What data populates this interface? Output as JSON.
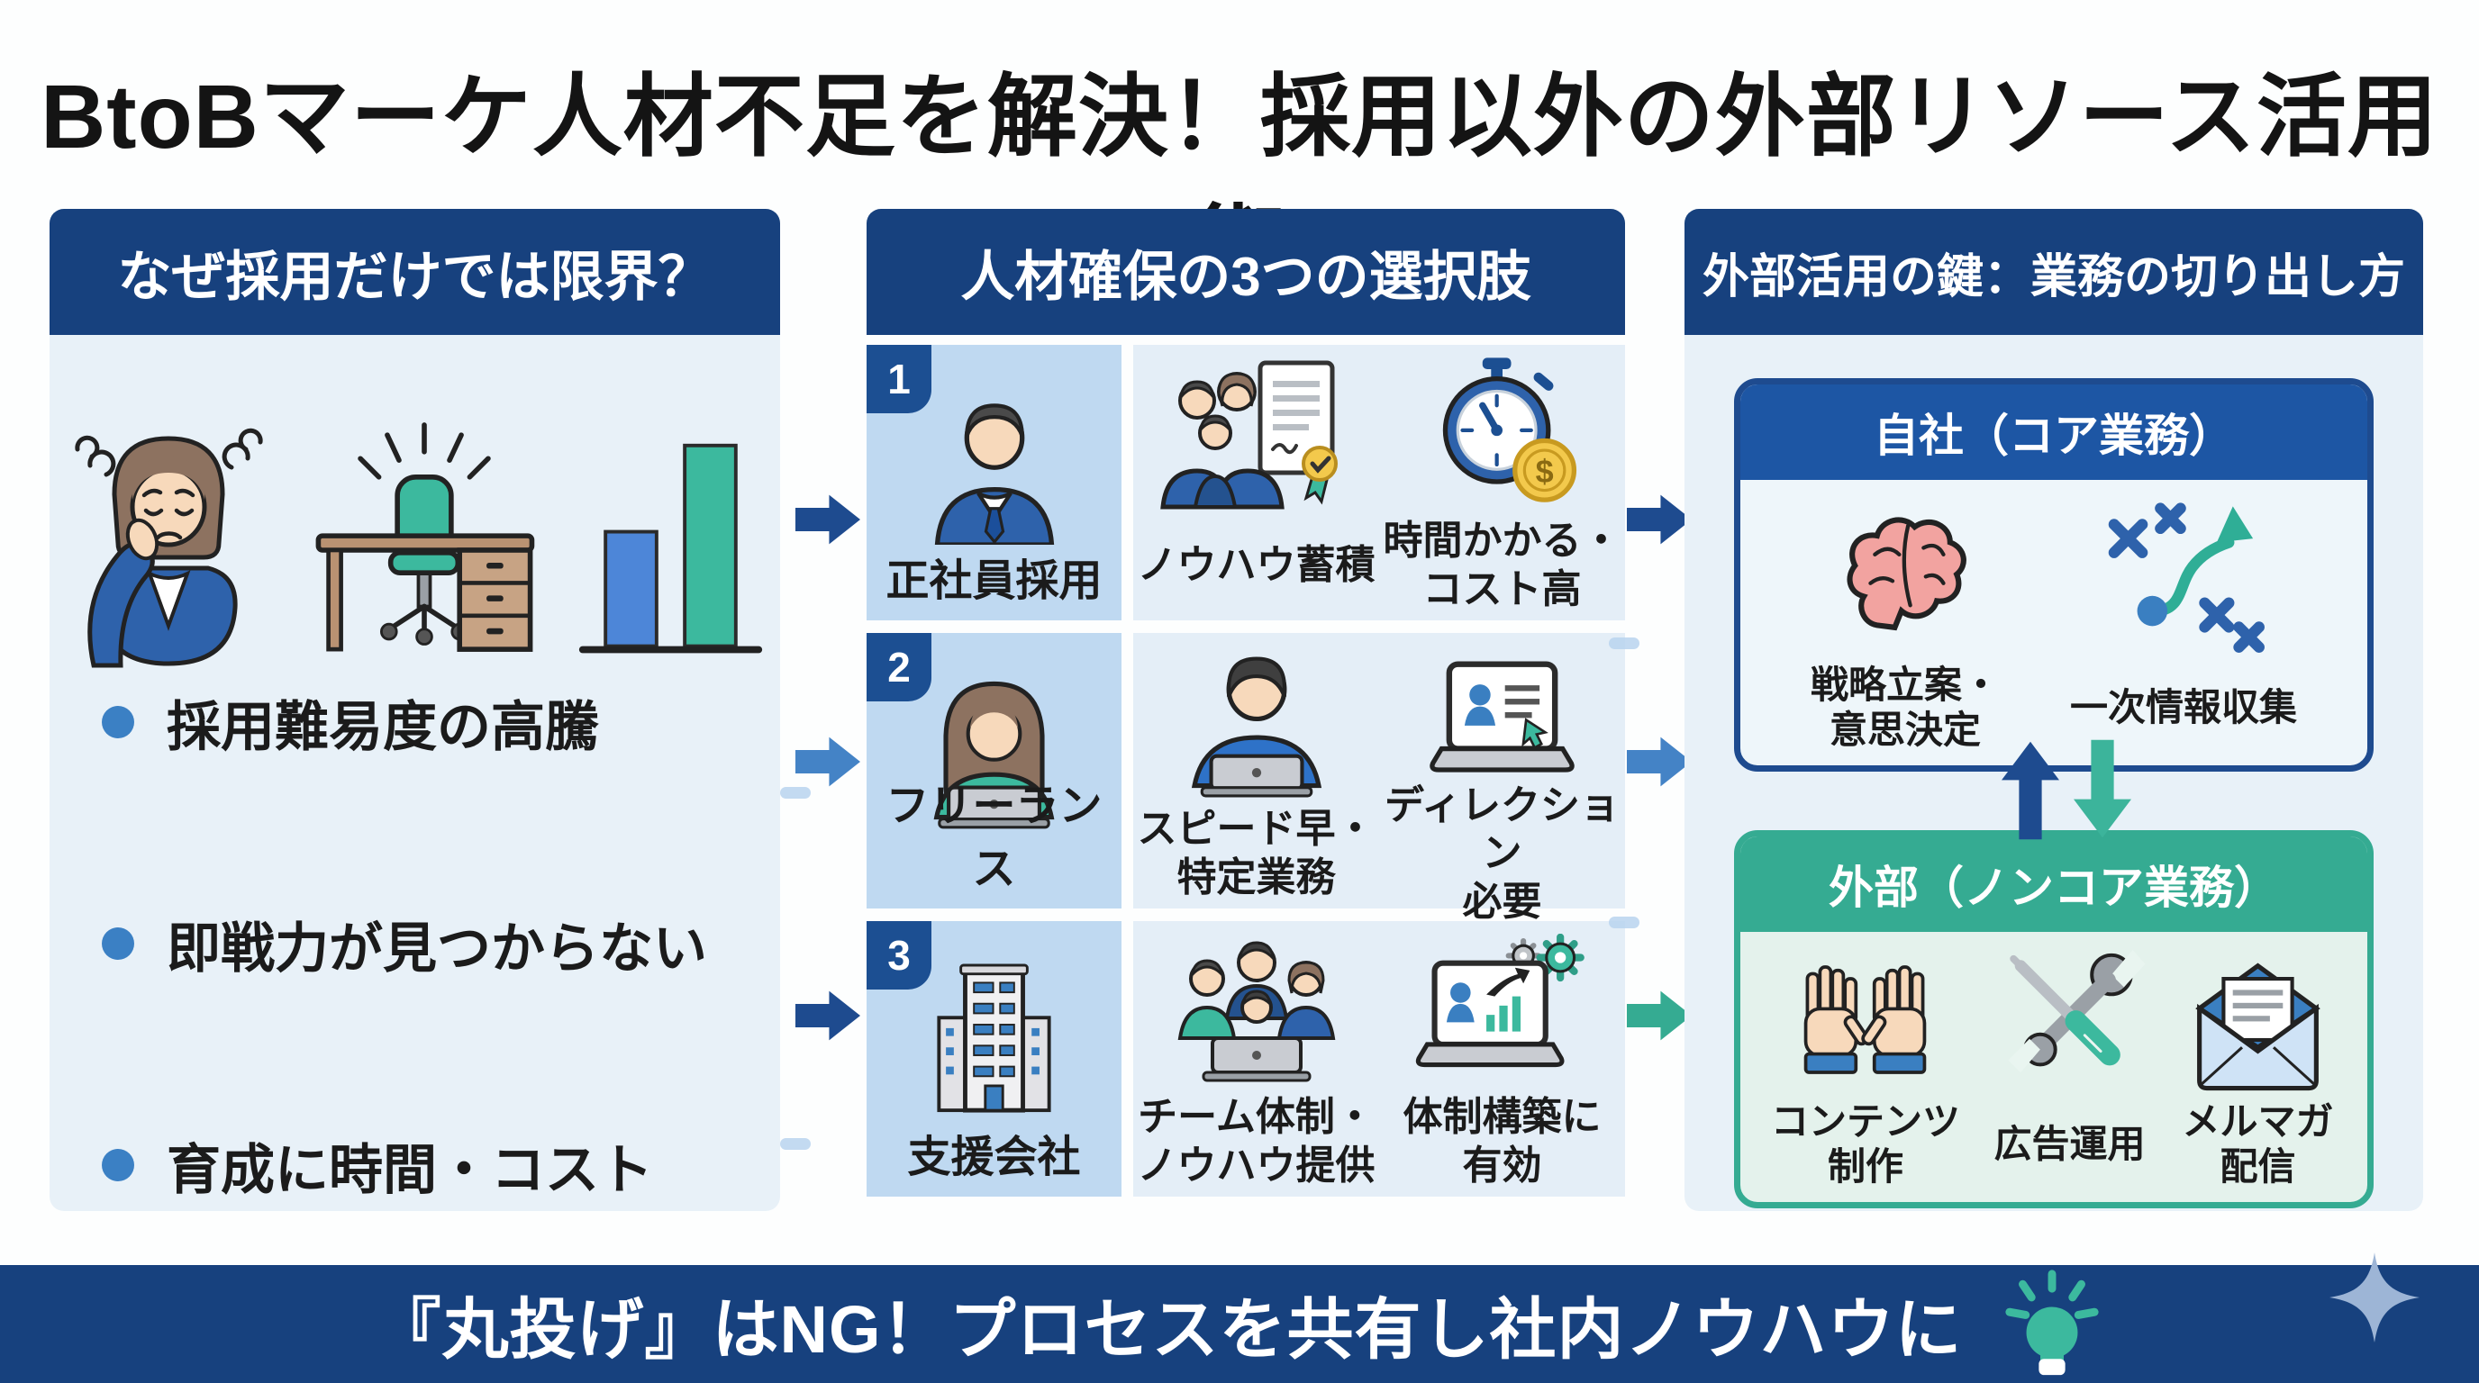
{
  "title": "BtoBマーケ人材不足を解決！採用以外の外部リソース活用術",
  "colors": {
    "navy": "#17417e",
    "card_blue": "#1d56a4",
    "badge_navy": "#1c4f92",
    "arrow_blue": "#1e4b8f",
    "arrow_mid_blue": "#4483c6",
    "teal": "#35ab92",
    "panel_bg": "#e8f1f8",
    "cell_blue": "#bfd9f1",
    "cell_light": "#e4eef7",
    "mint_bg": "#e4f2ec",
    "bullet_dot": "#3b80c4"
  },
  "left_panel": {
    "header": "なぜ採用だけでは限界？",
    "illustrations": [
      "stressed-woman-icon",
      "empty-desk-icon",
      "growth-bars-icon"
    ],
    "bullets": [
      "採用難易度の高騰",
      "即戦力が見つからない",
      "育成に時間・コスト"
    ]
  },
  "middle_panel": {
    "header": "人材確保の3つの選択肢",
    "options": [
      {
        "number": "1",
        "icon": "businessman-icon",
        "label": "正社員採用",
        "features": [
          {
            "icon": "team-certificate-icon",
            "label": "ノウハウ蓄積"
          },
          {
            "icon": "stopwatch-cost-icon",
            "label": "時間かかる・\nコスト高"
          }
        ]
      },
      {
        "number": "2",
        "icon": "freelancer-icon",
        "label": "フリーランス",
        "features": [
          {
            "icon": "worker-laptop-icon",
            "label": "スピード早・\n特定業務"
          },
          {
            "icon": "direction-laptop-icon",
            "label": "ディレクション\n必要"
          }
        ]
      },
      {
        "number": "3",
        "icon": "office-building-icon",
        "label": "支援会社",
        "features": [
          {
            "icon": "team-laptop-icon",
            "label": "チーム体制・\nノウハウ提供"
          },
          {
            "icon": "analytics-laptop-icon",
            "label": "体制構築に\n有効"
          }
        ]
      }
    ]
  },
  "right_panel": {
    "header": "外部活用の鍵：業務の切り出し方",
    "core_card": {
      "header": "自社（コア業務）",
      "items": [
        {
          "icon": "brain-icon",
          "label": "戦略立案・\n意思決定"
        },
        {
          "icon": "strategy-route-icon",
          "label": "一次情報収集"
        }
      ]
    },
    "noncore_card": {
      "header": "外部（ノンコア業務）",
      "items": [
        {
          "icon": "raised-hands-icon",
          "label": "コンテンツ\n制作"
        },
        {
          "icon": "tools-icon",
          "label": "広告運用"
        },
        {
          "icon": "mail-icon",
          "label": "メルマガ\n配信"
        }
      ]
    }
  },
  "footer": {
    "text": "『丸投げ』はNG！プロセスを共有し社内ノウハウに",
    "icons": [
      "lightbulb-icon",
      "sparkle-icon"
    ]
  }
}
